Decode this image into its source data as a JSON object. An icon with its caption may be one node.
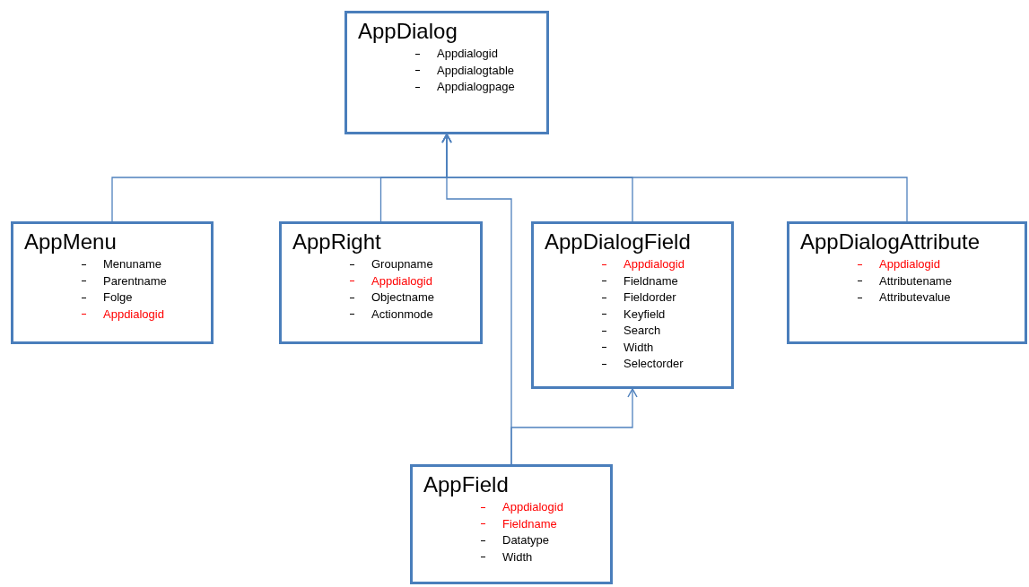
{
  "diagram": {
    "nodes": [
      {
        "text": [
          "AppDialog",
          "Appdialogid",
          "Appdialogtable",
          "Appdialogpage"
        ]
      },
      {
        "text": [
          "AppMenu",
          "Menuname",
          "Parentname",
          "Folge",
          "Appdialogid"
        ]
      },
      {
        "text": [
          "AppRight",
          "Groupname",
          "Appdialogid",
          "Objectname",
          "Actionmode"
        ]
      },
      {
        "text": [
          "AppDialogField",
          "Appdialogid",
          "Fieldname",
          "Fieldorder",
          "Keyfield",
          "Search",
          "Width",
          "Selectorder"
        ]
      },
      {
        "text": [
          "AppDialogAttribute",
          "Appdialogid",
          "Attributename",
          "Attributevalue"
        ]
      },
      {
        "text": [
          "AppField",
          "Appdialogid",
          "Fieldname",
          "Datatype",
          "Width"
        ]
      }
    ],
    "edges": [
      {
        "from": 1,
        "to": 0,
        "arrow": "to"
      },
      {
        "from": 2,
        "to": 0,
        "arrow": "to"
      },
      {
        "from": 3,
        "to": 0,
        "arrow": "to"
      },
      {
        "from": 4,
        "to": 0,
        "arrow": "to"
      },
      {
        "from": 5,
        "to": 0,
        "arrow": "to"
      },
      {
        "from": 5,
        "to": 3,
        "arrow": "to"
      }
    ]
  }
}
